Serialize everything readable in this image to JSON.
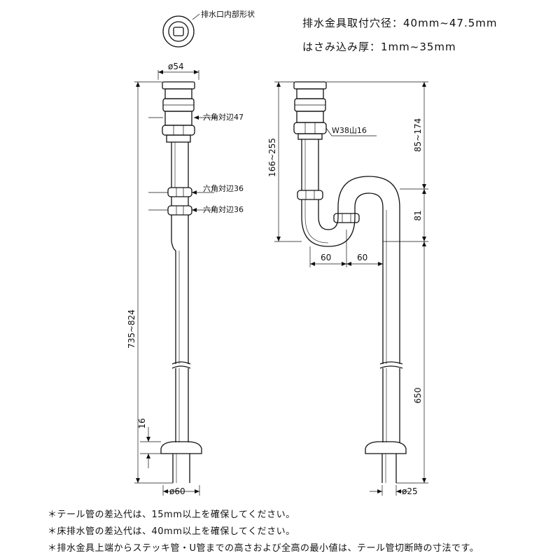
{
  "specs": {
    "mount_hole": "排水金具取付穴径：40mm~47.5mm",
    "clamp_thickness": "はさみ込み厚：1mm~35mm"
  },
  "left_view": {
    "top_label": "排水口内部形状",
    "dia_top": "ø54",
    "hex1": "六角対辺47",
    "hex2": "六角対辺36",
    "hex3": "六角対辺36",
    "height": "735~824",
    "flange_dim": "16",
    "dia_bottom": "ø60"
  },
  "right_view": {
    "thread": "W38山16",
    "height_upper": "166~255",
    "height_right": "85~174",
    "trap_depth": "81",
    "offset_left": "60",
    "offset_right": "60",
    "pipe_length": "650",
    "dia_bottom": "ø25"
  },
  "notes": [
    "＊テール管の差込代は、15mm以上を確保してください。",
    "＊床排水管の差込代は、40mm以上を確保してください。",
    "＊排水金具上端からステッキ管・U管までの高さおよび全高の最小値は、テール管切断時の寸法です。"
  ]
}
